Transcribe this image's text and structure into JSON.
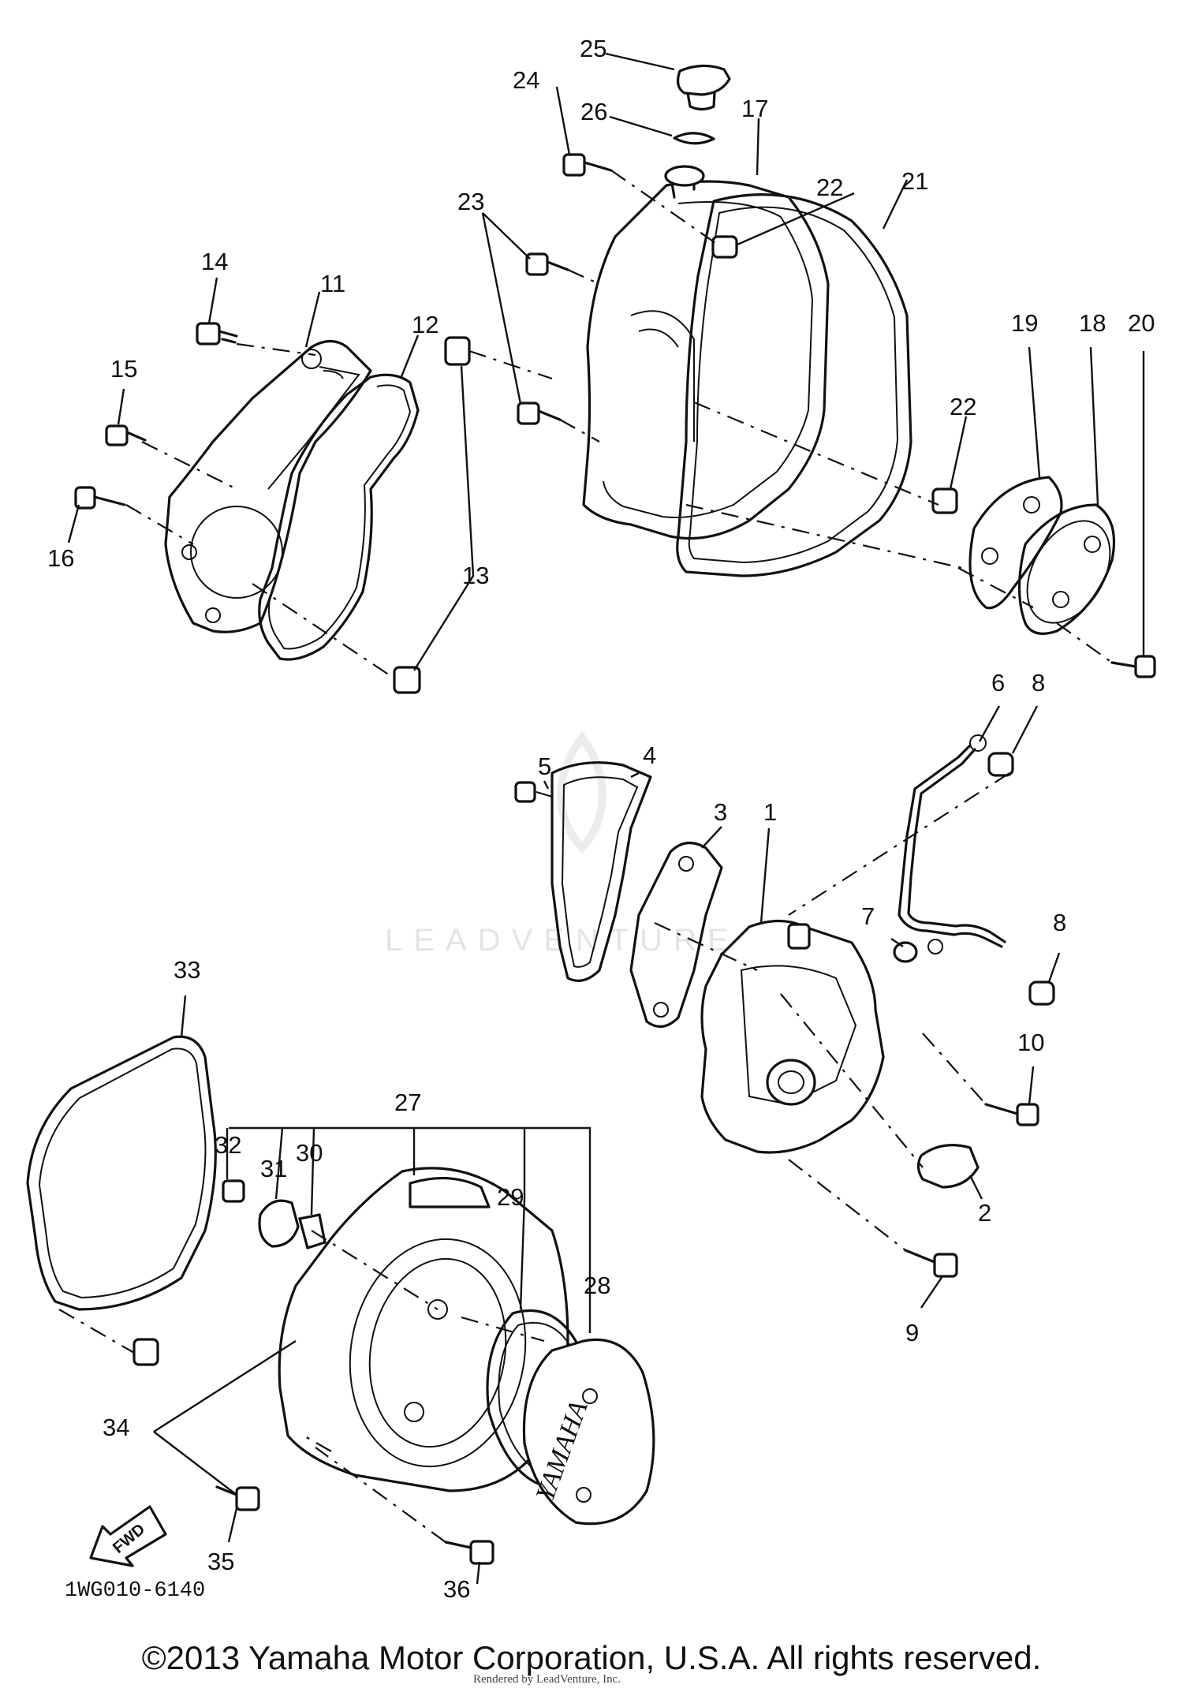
{
  "watermark": "LEADVENTURE",
  "diagram_code": "1WG010-6140",
  "cover_brand": "YAMAHA",
  "direction_arrow": "FWD",
  "copyright": "©2013 Yamaha Motor Corporation, U.S.A. All rights reserved.",
  "rendered_by": "Rendered by LeadVenture, Inc.",
  "labels": {
    "p1": "1",
    "p2": "2",
    "p3": "3",
    "p4": "4",
    "p5": "5",
    "p6": "6",
    "p7": "7",
    "p8a": "8",
    "p8b": "8",
    "p9": "9",
    "p10": "10",
    "p11": "11",
    "p12": "12",
    "p13": "13",
    "p14": "14",
    "p15": "15",
    "p16": "16",
    "p17": "17",
    "p18": "18",
    "p19": "19",
    "p20": "20",
    "p21": "21",
    "p22a": "22",
    "p22b": "22",
    "p23": "23",
    "p24": "24",
    "p25": "25",
    "p26": "26",
    "p27": "27",
    "p28": "28",
    "p29": "29",
    "p30": "30",
    "p31": "31",
    "p32": "32",
    "p33": "33",
    "p34": "34",
    "p35": "35",
    "p36": "36"
  }
}
